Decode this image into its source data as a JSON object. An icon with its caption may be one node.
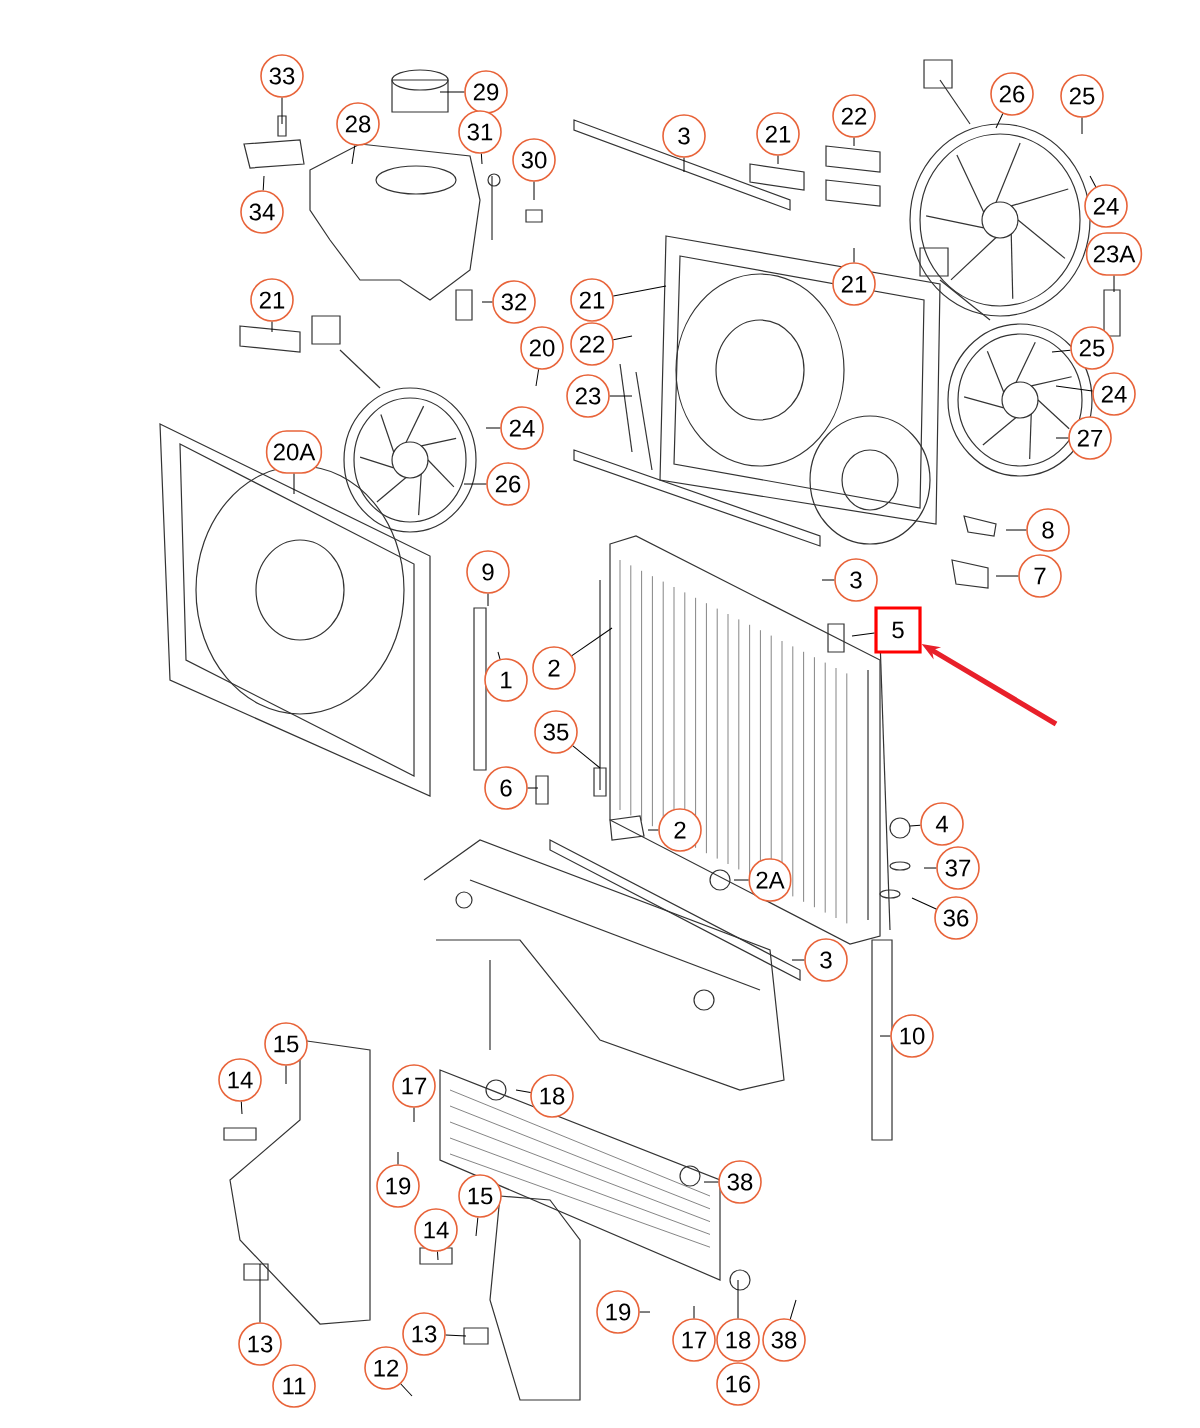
{
  "diagram": {
    "nodes": [
      {
        "text": [
          "33"
        ]
      },
      {
        "text": [
          "29"
        ]
      },
      {
        "text": [
          "28"
        ]
      },
      {
        "text": [
          "3"
        ]
      },
      {
        "text": [
          "21"
        ]
      },
      {
        "text": [
          "22"
        ]
      },
      {
        "text": [
          "26"
        ]
      },
      {
        "text": [
          "25"
        ]
      },
      {
        "text": [
          "31"
        ]
      },
      {
        "text": [
          "30"
        ]
      },
      {
        "text": [
          "24"
        ]
      },
      {
        "text": [
          "34"
        ]
      },
      {
        "text": [
          "23A"
        ]
      },
      {
        "text": [
          "21"
        ]
      },
      {
        "text": [
          "21"
        ]
      },
      {
        "text": [
          "32"
        ]
      },
      {
        "text": [
          "21"
        ]
      },
      {
        "text": [
          "20"
        ]
      },
      {
        "text": [
          "22"
        ]
      },
      {
        "text": [
          "23"
        ]
      },
      {
        "text": [
          "25"
        ]
      },
      {
        "text": [
          "24"
        ]
      },
      {
        "text": [
          "24"
        ]
      },
      {
        "text": [
          "27"
        ]
      },
      {
        "text": [
          "20A"
        ]
      },
      {
        "text": [
          "26"
        ]
      },
      {
        "text": [
          "8"
        ]
      },
      {
        "text": [
          "9"
        ]
      },
      {
        "text": [
          "7"
        ]
      },
      {
        "text": [
          "3"
        ]
      },
      {
        "text": [
          "5"
        ]
      },
      {
        "text": [
          "1"
        ]
      },
      {
        "text": [
          "2"
        ]
      },
      {
        "text": [
          "35"
        ]
      },
      {
        "text": [
          "6"
        ]
      },
      {
        "text": [
          "2"
        ]
      },
      {
        "text": [
          "4"
        ]
      },
      {
        "text": [
          "37"
        ]
      },
      {
        "text": [
          "2A"
        ]
      },
      {
        "text": [
          "36"
        ]
      },
      {
        "text": [
          "3"
        ]
      },
      {
        "text": [
          "10"
        ]
      },
      {
        "text": [
          "15"
        ]
      },
      {
        "text": [
          "14"
        ]
      },
      {
        "text": [
          "17"
        ]
      },
      {
        "text": [
          "18"
        ]
      },
      {
        "text": [
          "38"
        ]
      },
      {
        "text": [
          "19"
        ]
      },
      {
        "text": [
          "15"
        ]
      },
      {
        "text": [
          "14"
        ]
      },
      {
        "text": [
          "19"
        ]
      },
      {
        "text": [
          "13"
        ]
      },
      {
        "text": [
          "13"
        ]
      },
      {
        "text": [
          "17"
        ]
      },
      {
        "text": [
          "18"
        ]
      },
      {
        "text": [
          "38"
        ]
      },
      {
        "text": [
          "12"
        ]
      },
      {
        "text": [
          "11"
        ]
      },
      {
        "text": [
          "16"
        ]
      }
    ],
    "edges": [
      {
        "from": 0,
        "to": null,
        "arrow": "none"
      },
      {
        "from": 1,
        "to": null,
        "arrow": "none"
      },
      {
        "from": 2,
        "to": null,
        "arrow": "none"
      },
      {
        "from": 3,
        "to": null,
        "arrow": "none"
      },
      {
        "from": 4,
        "to": null,
        "arrow": "none"
      },
      {
        "from": 5,
        "to": null,
        "arrow": "none"
      },
      {
        "from": 6,
        "to": null,
        "arrow": "none"
      },
      {
        "from": 7,
        "to": null,
        "arrow": "none"
      },
      {
        "from": 8,
        "to": null,
        "arrow": "none"
      },
      {
        "from": 9,
        "to": null,
        "arrow": "none"
      },
      {
        "from": 10,
        "to": null,
        "arrow": "none"
      },
      {
        "from": 11,
        "to": null,
        "arrow": "none"
      },
      {
        "from": 12,
        "to": null,
        "arrow": "none"
      },
      {
        "from": 13,
        "to": null,
        "arrow": "none"
      },
      {
        "from": 14,
        "to": null,
        "arrow": "none"
      },
      {
        "from": 15,
        "to": null,
        "arrow": "none"
      },
      {
        "from": 16,
        "to": null,
        "arrow": "none"
      },
      {
        "from": 17,
        "to": null,
        "arrow": "none"
      },
      {
        "from": 18,
        "to": null,
        "arrow": "none"
      },
      {
        "from": 19,
        "to": null,
        "arrow": "none"
      },
      {
        "from": 20,
        "to": null,
        "arrow": "none"
      },
      {
        "from": 21,
        "to": null,
        "arrow": "none"
      },
      {
        "from": 22,
        "to": null,
        "arrow": "none"
      },
      {
        "from": 23,
        "to": null,
        "arrow": "none"
      },
      {
        "from": 24,
        "to": null,
        "arrow": "none"
      },
      {
        "from": 25,
        "to": null,
        "arrow": "none"
      },
      {
        "from": 26,
        "to": null,
        "arrow": "none"
      },
      {
        "from": 27,
        "to": null,
        "arrow": "none"
      },
      {
        "from": 28,
        "to": null,
        "arrow": "none"
      },
      {
        "from": 29,
        "to": null,
        "arrow": "none"
      },
      {
        "from": 30,
        "to": null,
        "arrow": "none"
      },
      {
        "from": 31,
        "to": null,
        "arrow": "none"
      },
      {
        "from": 32,
        "to": null,
        "arrow": "none"
      },
      {
        "from": 33,
        "to": null,
        "arrow": "none"
      },
      {
        "from": 34,
        "to": null,
        "arrow": "none"
      },
      {
        "from": 35,
        "to": null,
        "arrow": "none"
      },
      {
        "from": 36,
        "to": null,
        "arrow": "none"
      },
      {
        "from": 37,
        "to": null,
        "arrow": "none"
      },
      {
        "from": 38,
        "to": null,
        "arrow": "none"
      },
      {
        "from": 39,
        "to": null,
        "arrow": "none"
      },
      {
        "from": 40,
        "to": null,
        "arrow": "none"
      },
      {
        "from": 41,
        "to": null,
        "arrow": "none"
      },
      {
        "from": 42,
        "to": null,
        "arrow": "none"
      },
      {
        "from": 43,
        "to": null,
        "arrow": "none"
      },
      {
        "from": 44,
        "to": null,
        "arrow": "none"
      },
      {
        "from": 45,
        "to": null,
        "arrow": "none"
      },
      {
        "from": 46,
        "to": null,
        "arrow": "none"
      },
      {
        "from": 47,
        "to": null,
        "arrow": "none"
      },
      {
        "from": 48,
        "to": null,
        "arrow": "none"
      },
      {
        "from": 49,
        "to": null,
        "arrow": "none"
      },
      {
        "from": 50,
        "to": null,
        "arrow": "none"
      },
      {
        "from": 51,
        "to": null,
        "arrow": "none"
      },
      {
        "from": 52,
        "to": null,
        "arrow": "none"
      },
      {
        "from": 53,
        "to": null,
        "arrow": "none"
      },
      {
        "from": 54,
        "to": null,
        "arrow": "none"
      },
      {
        "from": 55,
        "to": null,
        "arrow": "none"
      },
      {
        "from": 56,
        "to": null,
        "arrow": "none"
      },
      {
        "from": null,
        "to": 30,
        "arrow": "to",
        "style": "thick",
        "color": "#e8202a"
      }
    ]
  }
}
